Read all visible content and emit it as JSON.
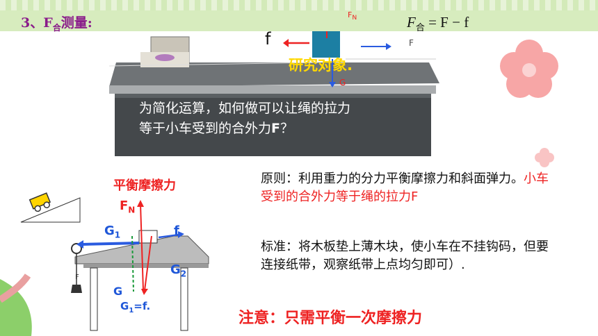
{
  "header": {
    "section_number": "3、",
    "section_title_main": "F",
    "section_title_sub": "合",
    "section_title_tail": "测量:"
  },
  "formula": {
    "lhs": "F",
    "lhs_sub": "合",
    "rhs": "= F − f"
  },
  "photo": {
    "label_f": "f",
    "label_F": "F",
    "label_FN": "F",
    "label_FN_sub": "N",
    "label_G": "G",
    "research_object": "研究对象.",
    "question_line1": "为简化运算，如何做可以让绳的拉力",
    "question_line2_pre": "等于小车受到的合外力",
    "question_line2_emph": "F",
    "question_line2_post": "？"
  },
  "diagram": {
    "title": "平衡摩擦力",
    "fn": "F",
    "fn_sub": "N",
    "g1": "G",
    "g1_sub": "1",
    "f": "f",
    "g2": "G",
    "g2_sub": "2",
    "g": "G",
    "relation_pre": "G",
    "relation_sub": "1",
    "relation_post": "=f.",
    "hanging_F": "F"
  },
  "principle": {
    "line_black": "原则：利用重力的分力平衡摩擦力和斜面弹力。",
    "line_red": "小车受到的合外力等于绳的拉力F"
  },
  "standard": {
    "text": "标准：将木板垫上薄木块，使小车在不挂钩码，但要连接纸带，观察纸带上点均匀即可）."
  },
  "note": {
    "text": "注意：只需平衡一次摩擦力"
  }
}
